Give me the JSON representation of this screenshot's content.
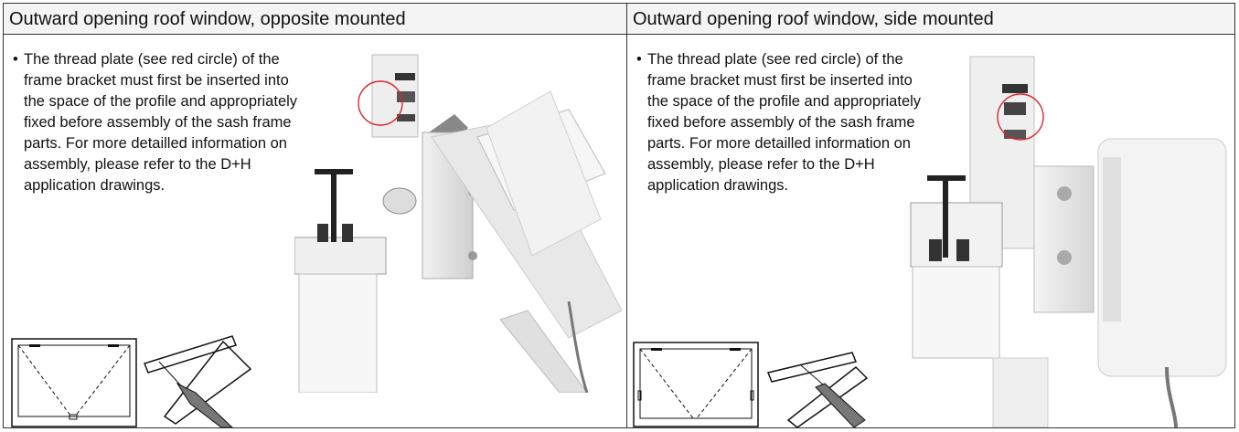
{
  "columns": [
    {
      "heading": "Outward opening roof window, opposite mounted",
      "bullet": "•",
      "text": "The thread plate (see red circle) of the frame bracket must first be inserted into the space of the profile and appropriately fixed before assembly of the sash frame parts. For more detailled information on assembly, please refer to the D+H application drawings."
    },
    {
      "heading": "Outward opening roof window, side mounted",
      "bullet": "•",
      "text": "The thread plate (see red circle) of the frame bracket must first be inserted into the space of the profile and appropriately fixed before assembly of the sash frame parts. For more detailled information on assembly, please refer to the D+H application drawings."
    }
  ],
  "colors": {
    "highlight_circle": "#d9262c",
    "border": "#333333",
    "header_bg": "#f4f4f4"
  }
}
